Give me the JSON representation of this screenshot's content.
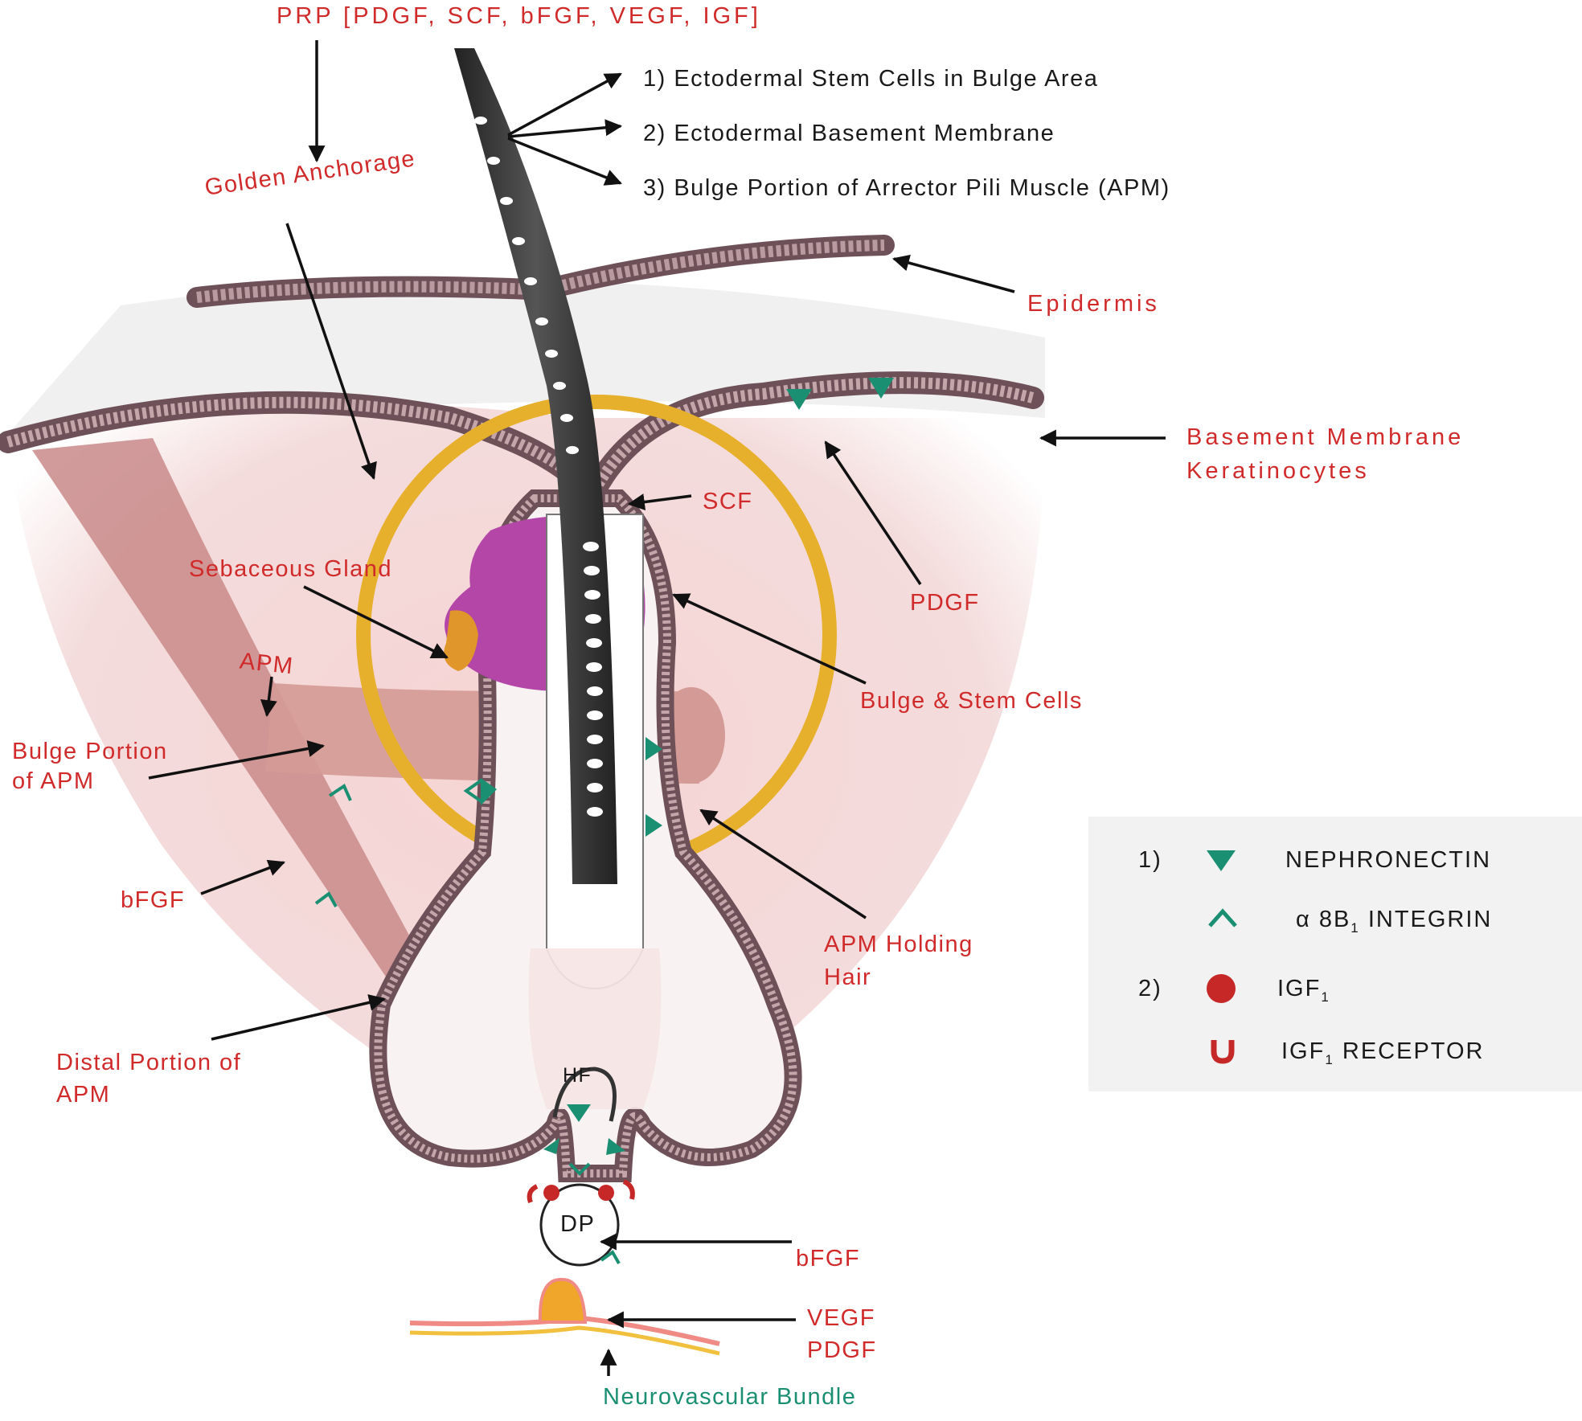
{
  "prp_label": "PRP [PDGF, SCF, bFGF, VEGF, IGF]",
  "golden_anchorage_label": "Golden Anchorage",
  "anchorage_points": [
    "1) Ectodermal Stem Cells in Bulge Area",
    "2) Ectodermal  Basement Membrane",
    "3) Bulge Portion of Arrector Pili Muscle (APM)"
  ],
  "labels": {
    "epidermis": "Epidermis",
    "basement_membrane": "Basement Membrane",
    "keratinocytes": "Keratinocytes",
    "scf": "SCF",
    "pdgf": "PDGF",
    "sebaceous_gland": "Sebaceous Gland",
    "apm": "APM",
    "bulge_portion_line1": "Bulge Portion",
    "bulge_portion_line2": "of APM",
    "bulge_stem_cells": "Bulge & Stem Cells",
    "bfgf_left": "bFGF",
    "apm_holding_line1": "APM Holding",
    "apm_holding_line2": "Hair",
    "distal_portion_line1": "Distal Portion of",
    "distal_portion_line2": "APM",
    "hf": "HF",
    "dp": "DP",
    "bfgf_bottom": "bFGF",
    "vegf": "VEGF",
    "pdgf_bottom": "PDGF",
    "neurovascular_bundle": "Neurovascular Bundle"
  },
  "legend": {
    "group1": "1)",
    "group2": "2)",
    "items": [
      {
        "symbol": "down-triangle",
        "label": "NEPHRONECTIN"
      },
      {
        "symbol": "caret",
        "label_prefix": "α 8B",
        "label_sub": "1",
        "label_suffix": " INTEGRIN"
      },
      {
        "symbol": "red-circle",
        "label_prefix": "IGF",
        "label_sub": "1",
        "label_suffix": ""
      },
      {
        "symbol": "u-shape",
        "label_prefix": "IGF",
        "label_sub": "1",
        "label_suffix": " RECEPTOR"
      }
    ]
  },
  "colors": {
    "label_red": "#d02a2a",
    "teal": "#1b8f72",
    "golden_ring": "#e6b02c",
    "sebaceous_purple": "#b446a8",
    "muscle": "#c98a8a",
    "igf_red": "#c62828"
  }
}
